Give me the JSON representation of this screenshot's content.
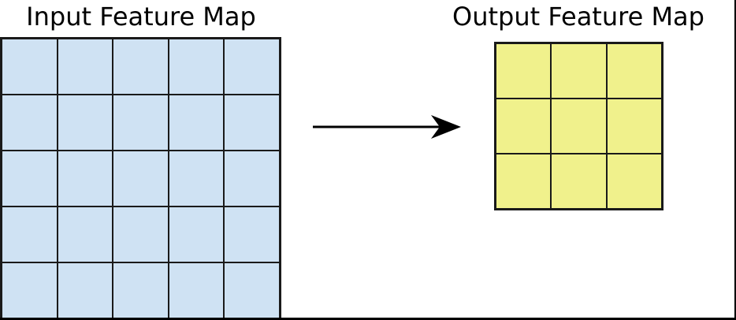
{
  "input_map": {
    "title": "Input Feature Map",
    "rows": 5,
    "cols": 5,
    "cell_fill": "#cfe2f3"
  },
  "output_map": {
    "title": "Output Feature Map",
    "rows": 3,
    "cols": 3,
    "cell_fill": "#f0f18c"
  },
  "arrow": {
    "icon": "right-arrow-icon",
    "direction": "right"
  },
  "colors": {
    "background": "#ffffff",
    "grid_line": "#1a1a1a",
    "frame_border": "#000000",
    "arrow": "#000000",
    "title_text": "#000000",
    "input_cell_fill": "#cfe2f3",
    "output_cell_fill": "#f0f18c"
  }
}
